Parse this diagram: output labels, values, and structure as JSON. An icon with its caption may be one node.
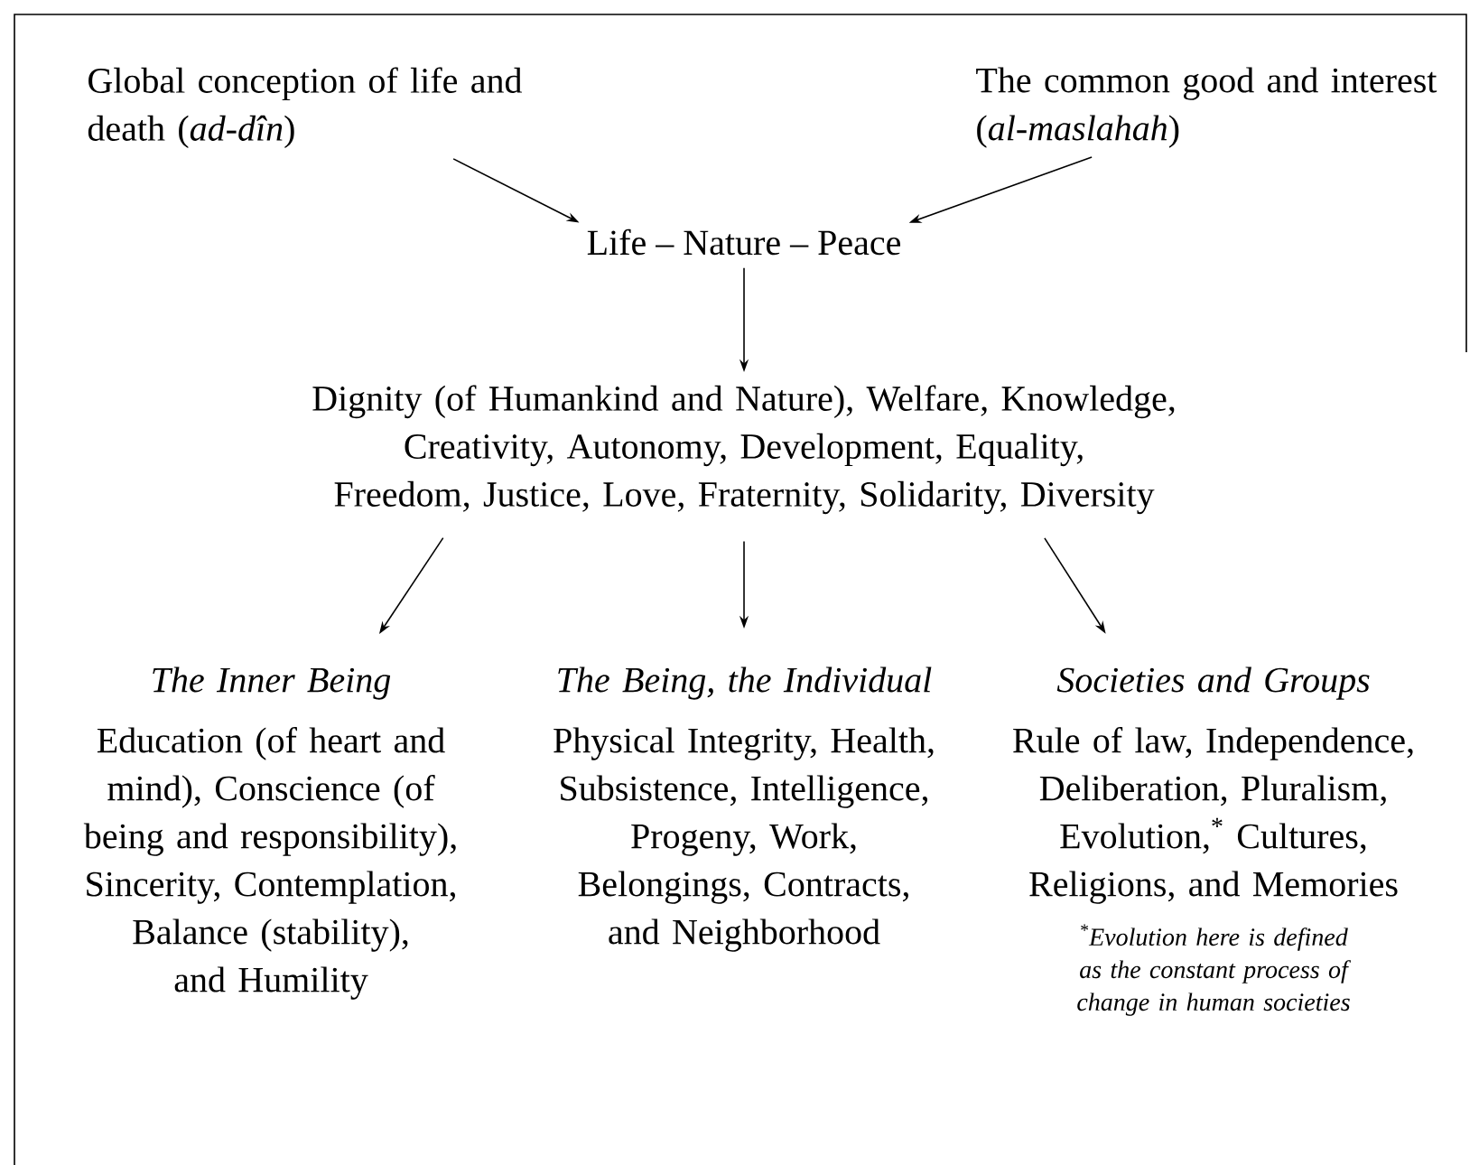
{
  "diagram": {
    "nodes": [
      {
        "text": [
          "Global conception of life and death (*ad-dîn*)"
        ]
      },
      {
        "text": [
          "The common good and interest (*al-maslahah*)"
        ]
      },
      {
        "text": [
          "Life – Nature – Peace"
        ]
      },
      {
        "text": [
          "Dignity (of Humankind and Nature), Welfare, Knowledge, Creativity, Autonomy, Development, Equality, Freedom, Justice, Love, Fraternity, Solidarity, Diversity"
        ]
      },
      {
        "text": [
          "The Inner Being",
          "Education (of heart and mind), Conscience (of being and responsibility), Sincerity, Contemplation, Balance (stability), and Humility"
        ]
      },
      {
        "text": [
          "The Being, the Individual",
          "Physical Integrity, Health, Subsistence, Intelligence, Progeny, Work, Belongings, Contracts, and Neighborhood"
        ]
      },
      {
        "text": [
          "Societies and Groups",
          "Rule of law, Independence, Deliberation, Pluralism, Evolution,$^{*}$ Cultures, Religions, and Memories"
        ],
        "beside": [
          "$^{*}$Evolution here is defined as the constant process of change in human societies"
        ]
      }
    ],
    "edges": [
      {
        "from": 0,
        "to": 2,
        "arrow": "to"
      },
      {
        "from": 1,
        "to": 2,
        "arrow": "to"
      },
      {
        "from": 2,
        "to": 3,
        "arrow": "to"
      },
      {
        "from": 3,
        "to": 4,
        "arrow": "to"
      },
      {
        "from": 3,
        "to": 5,
        "arrow": "to"
      },
      {
        "from": 3,
        "to": 6,
        "arrow": "to"
      }
    ]
  }
}
